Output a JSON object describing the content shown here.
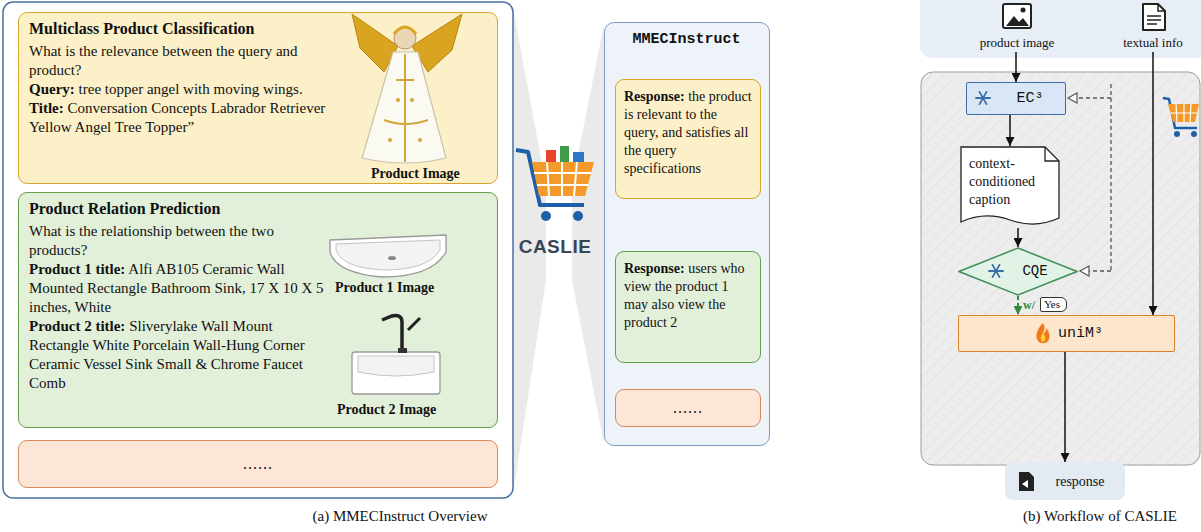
{
  "diagram": {
    "nodes": [
      {
        "text": [
          "Multiclass Product Classification",
          "What is the relevance between the query and product?",
          "Query: tree topper angel with moving wings.",
          "Title: Conversation Concepts Labrador Retriever Yellow Angel Tree Topper”",
          "Product Image"
        ]
      },
      {
        "text": [
          "Product Relation Prediction",
          "What is the relationship between the two products?",
          "Product 1 title: Alfi AB105 Ceramic Wall Mounted Rectangle Bathroom Sink, 17 X 10 X 5 inches, White",
          "Product 2 title: Sliverylake Wall Mount Rectangle White Porcelain Wall-Hung Corner Ceramic Vessel Sink Small & Chrome Faucet Comb",
          "Product 1 Image",
          "Product 2 Image"
        ]
      },
      {
        "text": [
          "......"
        ]
      },
      {
        "text": [
          "MMECInstruct"
        ]
      },
      {
        "text": [
          "Response: the product is relevant to the query, and satisfies all the query specifications"
        ],
        "in": 3
      },
      {
        "text": [
          "Response: users who view the product 1 may also view the product 2"
        ],
        "in": 3
      },
      {
        "text": [
          "......"
        ],
        "in": 3
      },
      {
        "text": [
          "product image"
        ]
      },
      {
        "text": [
          "textual info"
        ]
      },
      {
        "text": [
          "EC³"
        ]
      },
      {
        "text": [
          "context-conditioned caption"
        ]
      },
      {
        "text": [
          "CQE"
        ]
      },
      {
        "text": [
          "uniM³"
        ]
      },
      {
        "text": [
          "response"
        ]
      }
    ],
    "edges": [
      {
        "from": 7,
        "to": 9,
        "arrow": "to"
      },
      {
        "from": 9,
        "to": 10,
        "arrow": "to"
      },
      {
        "from": 10,
        "to": 11,
        "arrow": "to"
      },
      {
        "from": 11,
        "to": 12,
        "arrow": "to",
        "label": "w/"
      },
      {
        "from": 8,
        "to": 12,
        "arrow": "to"
      },
      {
        "from": 12,
        "to": 13,
        "arrow": "to"
      }
    ],
    "labels": [
      "CASLIE",
      "Yes",
      "(a) MMECInstruct Overview",
      "(b) Workflow of CASLIE"
    ]
  }
}
